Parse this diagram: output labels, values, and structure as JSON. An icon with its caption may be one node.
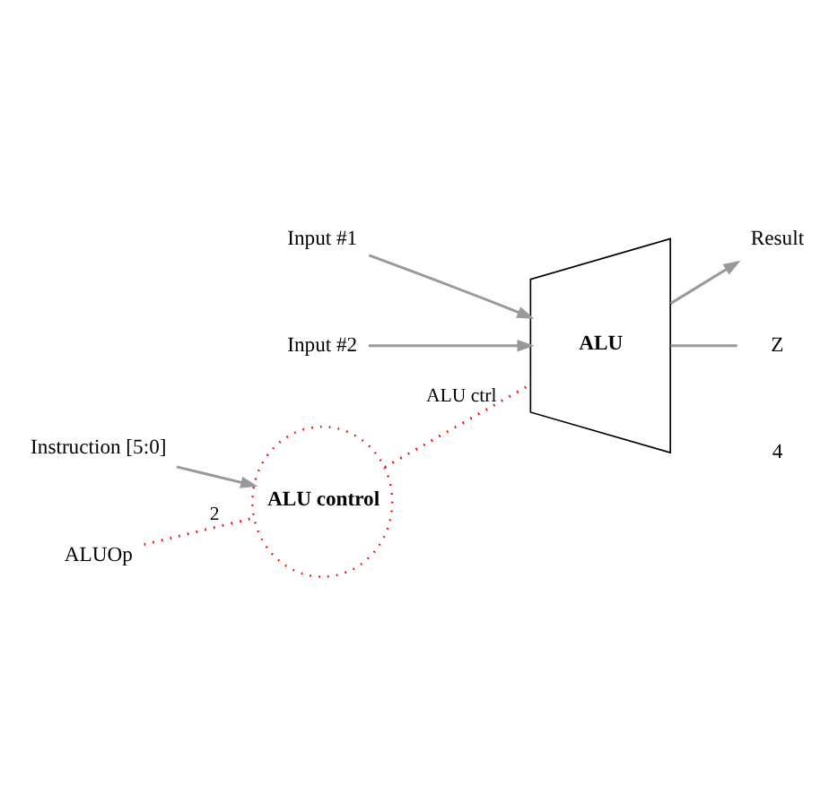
{
  "diagram": {
    "nodes": [
      {
        "text": [
          "ALU"
        ]
      },
      {
        "text": [
          "Input #1"
        ]
      },
      {
        "text": [
          "Input #2"
        ]
      },
      {
        "text": [
          "Result"
        ]
      },
      {
        "text": [
          "Z"
        ]
      },
      {
        "text": [
          "ALU control"
        ]
      },
      {
        "text": [
          "Instruction [5:0]"
        ]
      },
      {
        "text": [
          "ALUOp"
        ]
      }
    ],
    "edges": [
      {
        "from": 1,
        "to": 0,
        "arrow": "to"
      },
      {
        "from": 2,
        "to": 0,
        "arrow": "to"
      },
      {
        "from": 0,
        "to": 3,
        "arrow": "to"
      },
      {
        "from": 0,
        "to": 4,
        "arrow": "none"
      },
      {
        "from": 6,
        "to": 5,
        "arrow": "to"
      },
      {
        "from": 5,
        "to": 0,
        "arrow": "none",
        "label": "ALU ctrl",
        "style": "dashed",
        "color": "#ff0000"
      },
      {
        "from": 7,
        "to": 5,
        "arrow": "none",
        "label": "2",
        "style": "dashed",
        "color": "#ff0000"
      }
    ],
    "labels": [
      "4"
    ]
  }
}
